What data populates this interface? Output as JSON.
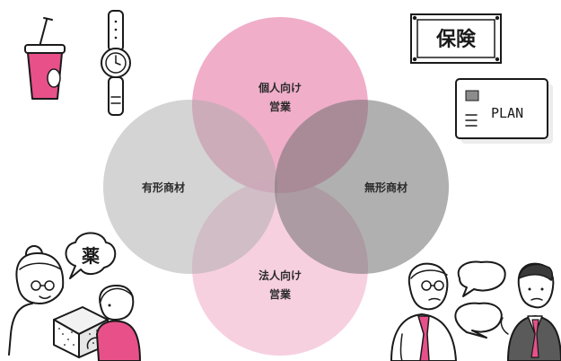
{
  "diagram": {
    "circles": {
      "top": {
        "label_line1": "個人向け",
        "label_line2": "営業",
        "color": "#e68aae"
      },
      "bottom": {
        "label_line1": "法人向け",
        "label_line2": "営業",
        "color": "#f2b6cf"
      },
      "left": {
        "label": "有形商材",
        "color": "#bfbfbf"
      },
      "right": {
        "label": "無形商材",
        "color": "#8c8c8c"
      }
    }
  },
  "illustrations": {
    "insurance_sign": {
      "text": "保険"
    },
    "plan_card": {
      "text": "PLAN"
    },
    "medicine_bubble": {
      "text": "薬"
    }
  },
  "colors": {
    "accent_pink": "#e8508a",
    "ink": "#1a1a1a"
  }
}
